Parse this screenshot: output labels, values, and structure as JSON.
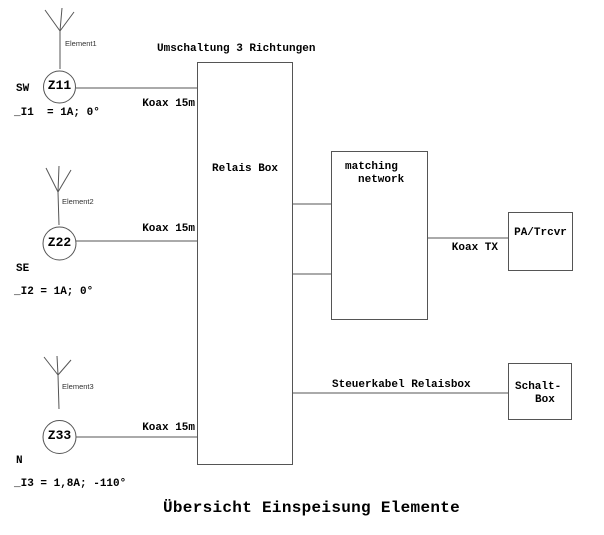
{
  "diagram": {
    "heading": "Umschaltung 3 Richtungen",
    "title": "Übersicht Einspeisung Elemente",
    "relais_box_label": "Relais Box",
    "matching_network": {
      "line1": "matching",
      "line2": "network"
    },
    "pa_trcvr_label": "PA/Trcvr",
    "schalt_box": {
      "line1": "Schalt-",
      "line2": "Box"
    },
    "koax_tx_label": "Koax TX",
    "steuerkabel_label": "Steuerkabel Relaisbox",
    "elements": [
      {
        "name": "Element1",
        "impedance": "Z11",
        "direction": "SW",
        "current": "_I1  = 1A; 0°",
        "cable": "Koax 15m"
      },
      {
        "name": "Element2",
        "impedance": "Z22",
        "direction": "SE",
        "current": "_I2 = 1A; 0°",
        "cable": "Koax 15m"
      },
      {
        "name": "Element3",
        "impedance": "Z33",
        "direction": "N",
        "current": "_I3 = 1,8A; -110°",
        "cable": "Koax 15m"
      }
    ],
    "colors": {
      "stroke": "#555555",
      "text": "#000000",
      "background": "#ffffff"
    }
  }
}
